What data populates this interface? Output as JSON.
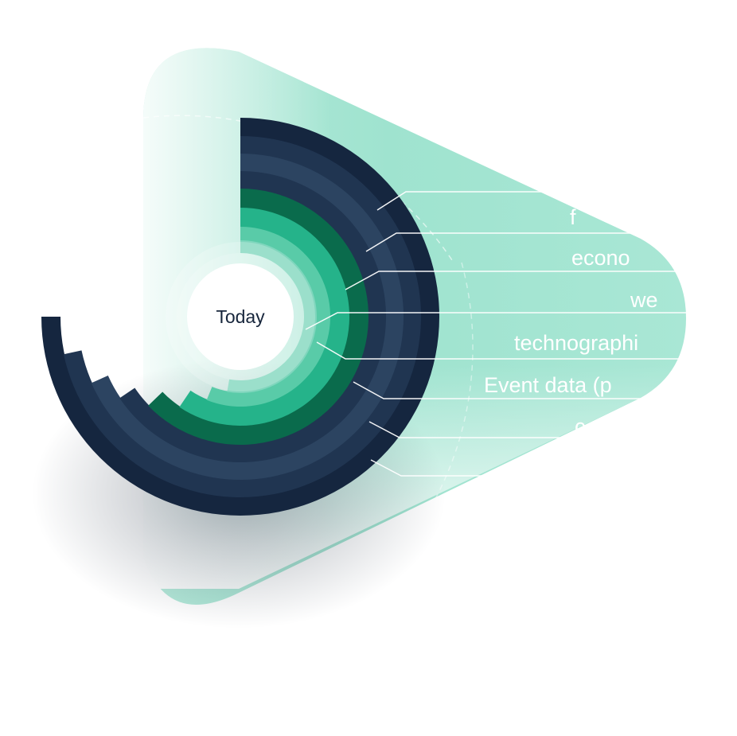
{
  "center": {
    "label": "Today"
  },
  "segment_labels": [
    {
      "text": ""
    },
    {
      "text": "f"
    },
    {
      "text": "econo"
    },
    {
      "text": "we"
    },
    {
      "text": "technographi"
    },
    {
      "text": "Event data (p"
    },
    {
      "text": "c"
    },
    {
      "text": ""
    }
  ],
  "colors": {
    "background_shape": "#9fe3cf",
    "navy_dark": "#15263f",
    "navy_mid": "#203551",
    "navy_light": "#2c4461",
    "green_dark": "#0a6b4c",
    "green_mid": "#25b38a",
    "green_light": "#59cba8",
    "leader_line": "#ffffff",
    "label_text": "#ffffff",
    "center_text": "#17263c"
  }
}
